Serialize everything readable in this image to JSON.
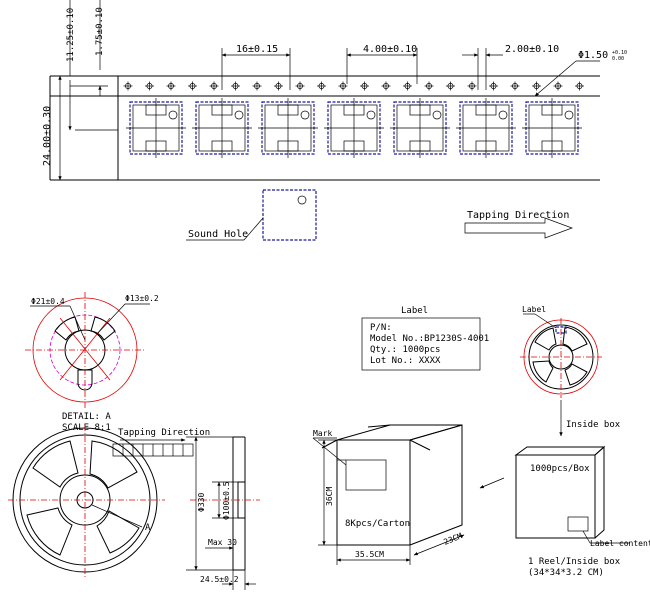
{
  "tape": {
    "dims": {
      "d_11_25": "11.25±0.10",
      "d_1_75": "1.75±0.10",
      "d_24": "24.00±0.30",
      "d_16": "16±0.15",
      "d_4": "4.00±0.10",
      "d_2": "2.00±0.10",
      "d_hole_main": "Φ1.50",
      "d_hole_tol_up": "+0.10",
      "d_hole_tol_dn": "0.00"
    },
    "sound_hole_label": "Sound Hole",
    "tapping_direction": "Tapping Direction"
  },
  "reel_detail": {
    "d_21": "Φ21±0.4",
    "d_13": "Φ13±0.2",
    "detail_title": "DETAIL: A",
    "detail_scale": "SCALE 8:1"
  },
  "reel_front": {
    "tapping_direction": "Tapping Direction",
    "callout": "A"
  },
  "reel_side": {
    "d_330": "Φ330",
    "d_100": "Φ100±0.5",
    "max_30": "Max 30",
    "d_24_5": "24.5±0.2"
  },
  "label_box": {
    "title": "Label",
    "lines": [
      "P/N:",
      "Model No.:BP1230S-4001",
      "Qty.: 1000pcs",
      "Lot No.: XXXX"
    ]
  },
  "small_reel": {
    "label_callout": "Label"
  },
  "inside_box_arrow": "Inside box",
  "inside_box": {
    "title": "1000pcs/Box",
    "label_content": "Label content",
    "caption_1": "1 Reel/Inside box",
    "caption_2": "(34*34*3.2 CM)"
  },
  "carton": {
    "mark": "Mark",
    "text": "8Kpcs/Carton",
    "height": "36CM",
    "width": "35.5CM",
    "depth": "23CM"
  }
}
